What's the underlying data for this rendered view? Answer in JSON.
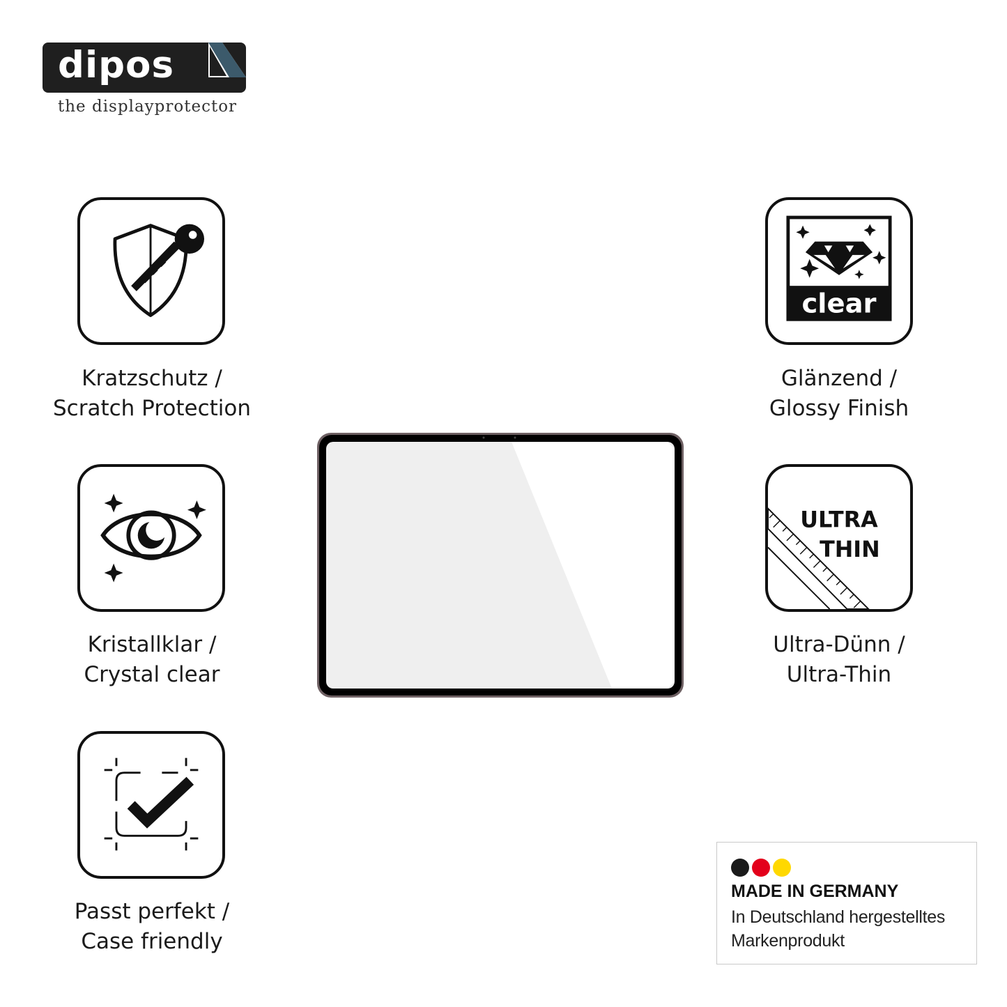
{
  "logo": {
    "wordmark": "dipos",
    "tagline": "the displayprotector"
  },
  "features": [
    {
      "id": "scratch",
      "icon": "shield-key-icon",
      "label_line1": "Kratzschutz /",
      "label_line2": "Scratch Protection"
    },
    {
      "id": "glossy",
      "icon": "diamond-clear-icon",
      "icon_text": "clear",
      "label_line1": "Glänzend /",
      "label_line2": "Glossy Finish"
    },
    {
      "id": "crystal",
      "icon": "sparkle-eye-icon",
      "label_line1": "Kristallklar /",
      "label_line2": "Crystal clear"
    },
    {
      "id": "thin",
      "icon": "ruler-ultra-thin-icon",
      "icon_text_line1": "ULTRA",
      "icon_text_line2": "THIN",
      "label_line1": "Ultra-Dünn /",
      "label_line2": "Ultra-Thin"
    },
    {
      "id": "case",
      "icon": "checkmark-frame-icon",
      "label_line1": "Passt perfekt /",
      "label_line2": "Case friendly"
    }
  ],
  "tablet": {
    "icon": "tablet-screen-protector-illustration"
  },
  "badge": {
    "flag_colors": [
      "#1a1a1a",
      "#e3001b",
      "#ffd800"
    ],
    "title": "MADE IN GERMANY",
    "subtitle_line1": "In Deutschland hergestelltes",
    "subtitle_line2": "Markenprodukt"
  }
}
